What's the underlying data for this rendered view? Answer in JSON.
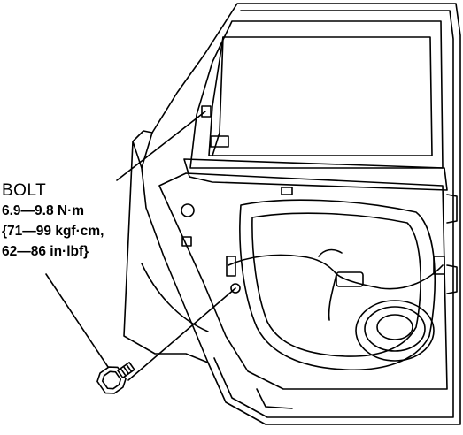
{
  "callout": {
    "title": "BOLT",
    "torque_nm": "6.9—9.8 N·m",
    "torque_kgfcm": "{71—99 kgf·cm,",
    "torque_inlbf": "62—86 in·lbf}"
  },
  "colors": {
    "line": "#000000",
    "background": "#ffffff"
  }
}
